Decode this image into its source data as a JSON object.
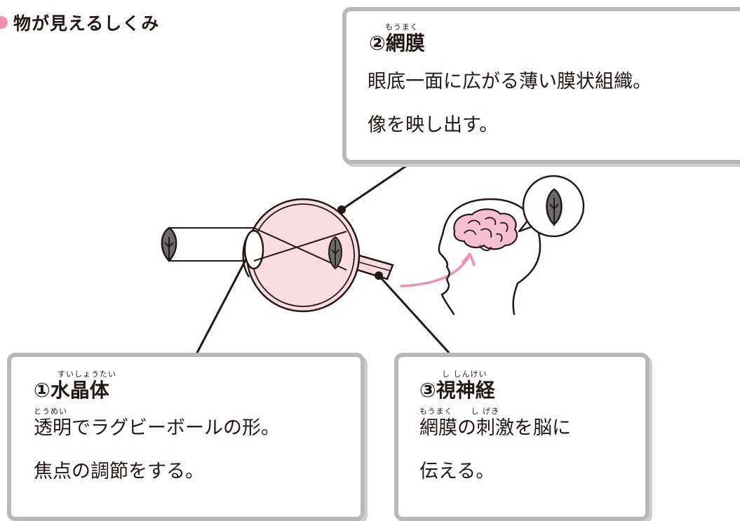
{
  "heading": {
    "title": "物が見えるしくみ",
    "dot_color": "#ef8fb4"
  },
  "callouts": {
    "retina": {
      "ruby": "もうまく",
      "title": "②網膜",
      "lines": [
        "眼底一面に広がる薄い膜状組織。",
        "像を映し出す。"
      ]
    },
    "lens": {
      "ruby": "すいしょうたい",
      "title": "①水晶体",
      "line_ruby": "とうめい",
      "lines": [
        "透明でラグビーボールの形。",
        "焦点の調節をする。"
      ]
    },
    "nerve": {
      "ruby": "し しんけい",
      "title": "③視神経",
      "line_ruby_1": "もうまく",
      "line_ruby_2": "し げき",
      "lines": [
        "網膜の刺激を脳に",
        "伝える。"
      ]
    }
  },
  "colors": {
    "eye_fill": "#f9dbe4",
    "brain_fill": "#f6c0d2",
    "arrow": "#ee8fb3",
    "leaf": "#6b6b6b",
    "outline": "#231815",
    "box_border": "#b8b8b8"
  },
  "icons": [
    "leaf-icon",
    "brain-icon",
    "eye-icon",
    "head-silhouette-icon",
    "thought-bubble-icon",
    "signal-arrow-icon"
  ]
}
